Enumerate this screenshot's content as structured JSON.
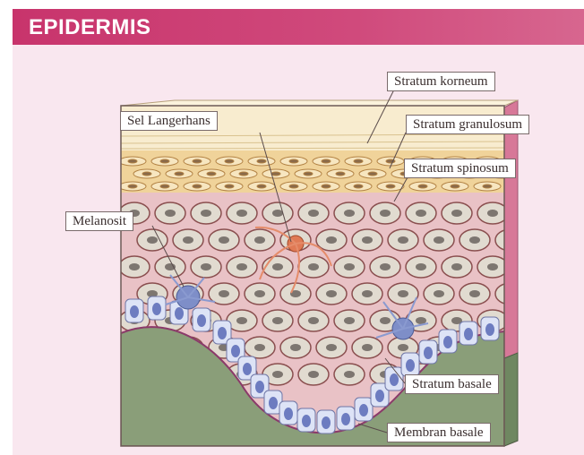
{
  "header": {
    "title": "EPIDERMIS"
  },
  "labels": {
    "stratum_korneum": "Stratum korneum",
    "sel_langerhans": "Sel Langerhans",
    "stratum_granulosum": "Stratum granulosum",
    "stratum_spinosum": "Stratum spinosum",
    "melanosit": "Melanosit",
    "stratum_basale": "Stratum basale",
    "membran_basale": "Membran basale"
  },
  "colors": {
    "header": "#c8346c",
    "panel": "#f9e7ef",
    "korneum": "#f8eccf",
    "granulosum": "#f0d39a",
    "spinosum": "#e8bfc3",
    "dermis": "#8a9e79",
    "basal_cell": "#dde3f6",
    "side_wall": "#d77898"
  }
}
